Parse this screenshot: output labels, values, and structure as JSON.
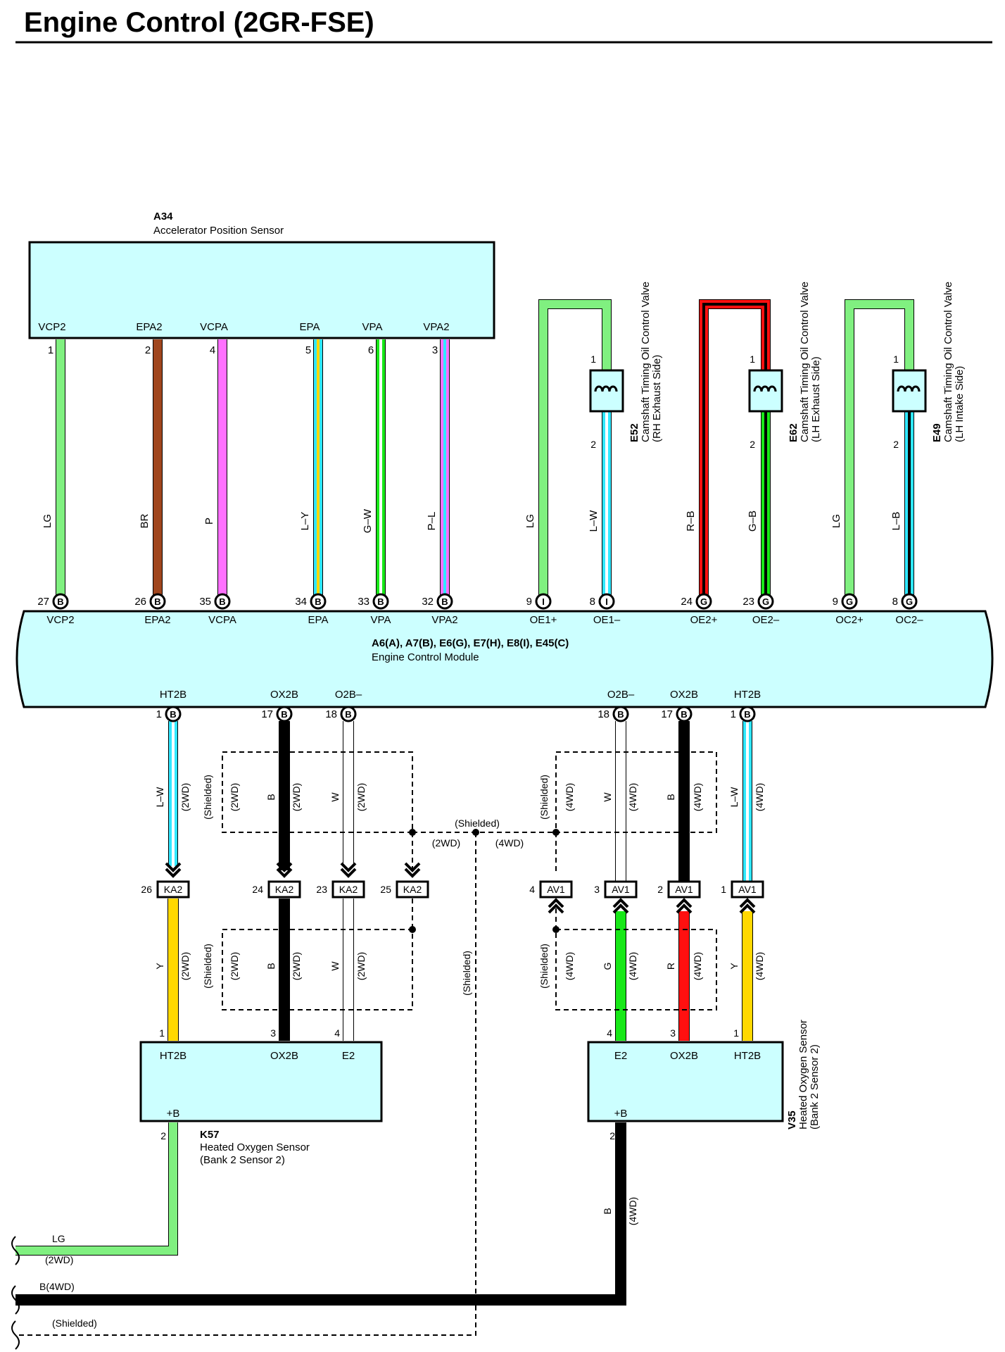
{
  "title": "Engine Control (2GR-FSE)",
  "colors": {
    "box_fill": "#ccffff",
    "LG": "#80f080",
    "BR": "#a0461e",
    "P": "#ff70ff",
    "L": "#30e8ff",
    "Y": "#ffd800",
    "G": "#18e818",
    "R": "#ff1010",
    "B": "#000000",
    "W": "#ffffff"
  },
  "labels": {
    "a34_code": "A34",
    "a34_name": "Accelerator Position Sensor",
    "ecm_code": "A6(A), A7(B), E6(G), E7(H), E8(I), E45(C)",
    "ecm_name": "Engine Control Module",
    "e52_code": "E52",
    "e52_name": "Camshaft Timing Oil Control Valve",
    "e52_side": "(RH Exhaust Side)",
    "e62_code": "E62",
    "e62_name": "Camshaft Timing Oil Control Valve",
    "e62_side": "(LH Exhaust Side)",
    "e49_code": "E49",
    "e49_name": "Camshaft Timing Oil Control Valve",
    "e49_side": "(LH Intake Side)",
    "k57_code": "K57",
    "k57_name": "Heated Oxygen Sensor",
    "k57_side": "(Bank 2 Sensor 2)",
    "v35_code": "V35",
    "v35_name": "Heated Oxygen Sensor",
    "v35_side": "(Bank 2 Sensor 2)",
    "shielded": "(Shielded)",
    "wd2": "(2WD)",
    "wd4": "(4WD)",
    "lg": "LG",
    "b4wd": "B(4WD)",
    "b": "B",
    "plus_b": "+B"
  },
  "a34_pins": [
    {
      "name": "VCP2",
      "num": "1"
    },
    {
      "name": "EPA2",
      "num": "2"
    },
    {
      "name": "VCPA",
      "num": "4"
    },
    {
      "name": "EPA",
      "num": "5"
    },
    {
      "name": "VPA",
      "num": "6"
    },
    {
      "name": "VPA2",
      "num": "3"
    }
  ],
  "ecm_top_pins": [
    {
      "name": "VCP2",
      "num": "27",
      "conn": "B",
      "wire": "LG"
    },
    {
      "name": "EPA2",
      "num": "26",
      "conn": "B",
      "wire": "BR"
    },
    {
      "name": "VCPA",
      "num": "35",
      "conn": "B",
      "wire": "P"
    },
    {
      "name": "EPA",
      "num": "34",
      "conn": "B",
      "wire": "L–Y"
    },
    {
      "name": "VPA",
      "num": "33",
      "conn": "B",
      "wire": "G–W"
    },
    {
      "name": "VPA2",
      "num": "32",
      "conn": "B",
      "wire": "P–L"
    },
    {
      "name": "OE1+",
      "num": "9",
      "conn": "I",
      "wire": "LG"
    },
    {
      "name": "OE1–",
      "num": "8",
      "conn": "I",
      "wire": "L–W"
    },
    {
      "name": "OE2+",
      "num": "24",
      "conn": "G",
      "wire": "R–B"
    },
    {
      "name": "OE2–",
      "num": "23",
      "conn": "G",
      "wire": "G–B"
    },
    {
      "name": "OC2+",
      "num": "9",
      "conn": "G",
      "wire": "LG"
    },
    {
      "name": "OC2–",
      "num": "8",
      "conn": "G",
      "wire": "L–B"
    }
  ],
  "valve_pins": {
    "top": "1",
    "bottom": "2"
  },
  "ecm_bottom_pins": [
    {
      "name": "HT2B",
      "num": "1",
      "conn": "B",
      "wire": "L–W"
    },
    {
      "name": "OX2B",
      "num": "17",
      "conn": "B",
      "wire": "B"
    },
    {
      "name": "O2B–",
      "num": "18",
      "conn": "B",
      "wire": "W"
    },
    {
      "name": "O2B–",
      "num": "18",
      "conn": "B",
      "wire": "W"
    },
    {
      "name": "OX2B",
      "num": "17",
      "conn": "B",
      "wire": "B"
    },
    {
      "name": "HT2B",
      "num": "1",
      "conn": "B",
      "wire": "L–W"
    }
  ],
  "ka2": [
    {
      "label": "KA2",
      "num": "26"
    },
    {
      "label": "KA2",
      "num": "24"
    },
    {
      "label": "KA2",
      "num": "23"
    },
    {
      "label": "KA2",
      "num": "25"
    }
  ],
  "av1": [
    {
      "label": "AV1",
      "num": "4"
    },
    {
      "label": "AV1",
      "num": "3"
    },
    {
      "label": "AV1",
      "num": "2"
    },
    {
      "label": "AV1",
      "num": "1"
    }
  ],
  "lower_wires_left": [
    "Y",
    "B",
    "W"
  ],
  "lower_wires_right": [
    "G",
    "R",
    "Y"
  ],
  "k57_pins": [
    {
      "name": "HT2B",
      "num": "1"
    },
    {
      "name": "OX2B",
      "num": "3"
    },
    {
      "name": "E2",
      "num": "4"
    },
    {
      "name": "+B",
      "num": "2"
    }
  ],
  "v35_pins": [
    {
      "name": "E2",
      "num": "4"
    },
    {
      "name": "OX2B",
      "num": "3"
    },
    {
      "name": "HT2B",
      "num": "1"
    },
    {
      "name": "+B",
      "num": "2"
    }
  ]
}
